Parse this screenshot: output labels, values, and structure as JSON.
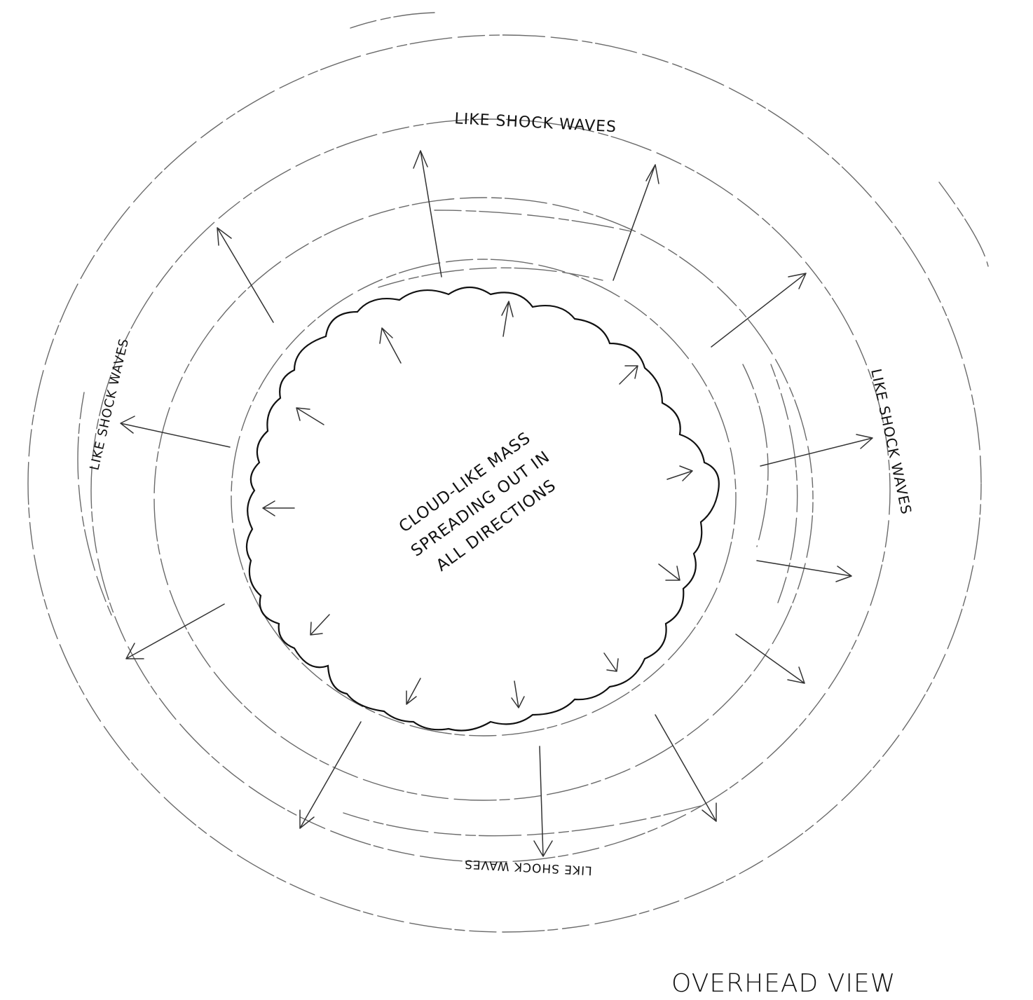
{
  "labels": {
    "top": "LIKE SHOCK WAVES",
    "left": "LIKE SHOCK WAVES",
    "right": "LIKE SHOCK WAVES",
    "bottom": "LIKE SHOCK WAVES",
    "center_line1": "CLOUD-LIKE MASS",
    "center_line2": "SPREADING OUT IN",
    "center_line3": "ALL DIRECTIONS",
    "caption": "OVERHEAD VIEW"
  }
}
